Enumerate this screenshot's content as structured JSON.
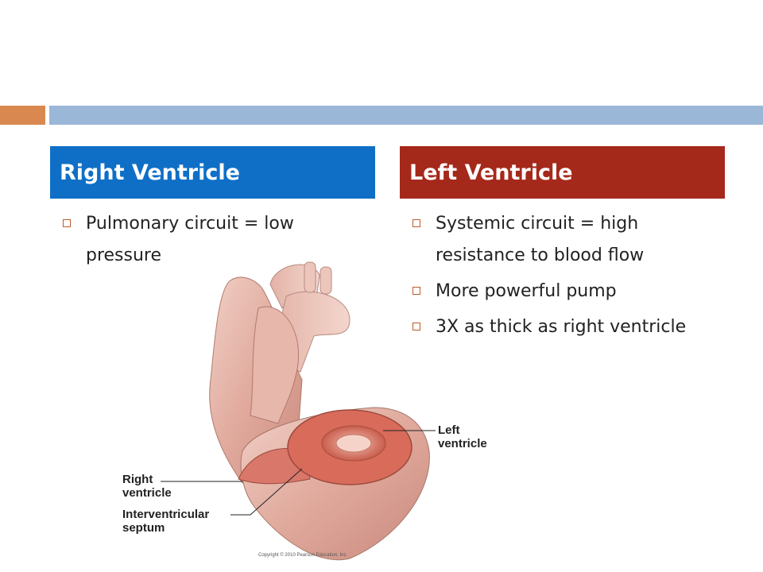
{
  "columns": {
    "right": {
      "header": "Right Ventricle",
      "bullets": [
        "Pulmonary circuit = low pressure"
      ]
    },
    "left": {
      "header": "Left Ventricle",
      "bullets": [
        "Systemic circuit = high resistance to blood flow",
        "More powerful pump",
        "3X as thick as right ventricle"
      ]
    }
  },
  "figure": {
    "labels": {
      "left_ventricle": "Left\nventricle",
      "right_ventricle": "Right\nventricle",
      "septum": "Interventricular\nseptum"
    },
    "copyright": "Copyright © 2010 Pearson Education, Inc."
  },
  "colors": {
    "accent_orange": "#d9884f",
    "accent_blue": "#9bb7d7",
    "right_header": "#0f6fc6",
    "left_header": "#a5291b"
  }
}
